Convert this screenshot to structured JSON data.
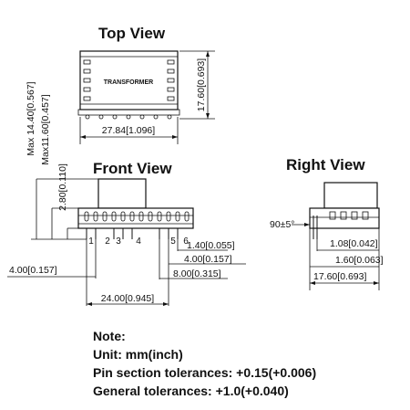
{
  "views": {
    "top": "Top View",
    "front": "Front View",
    "right": "Right View"
  },
  "component_label": "TRANSFORMER",
  "dimensions": {
    "top_width": "27.84[1.096]",
    "top_height": "17.60[0.693]",
    "max_height": "Max 14.40[0.567]",
    "max_body": "Max11.60[0.457]",
    "pin_stand": "2.80[0.110]",
    "pin_pitch_a": "1.40[0.055]",
    "pin_pitch_b": "4.00[0.157]",
    "pin_span_b": "8.00[0.315]",
    "pin_offset_left": "4.00[0.157]",
    "pin_span_total": "24.00[0.945]",
    "angle": "90±5°",
    "right_a": "1.08[0.042]",
    "right_b": "1.60[0.063]",
    "right_width": "17.60[0.693]"
  },
  "pins": [
    "1",
    "2",
    "3",
    "4",
    "5",
    "6"
  ],
  "notes": {
    "heading": "Note:",
    "unit": "Unit: mm(inch)",
    "pin_tolerance": "Pin section tolerances: +0.15(+0.006)",
    "general_tolerance": "General tolerances: +1.0(+0.040)"
  }
}
